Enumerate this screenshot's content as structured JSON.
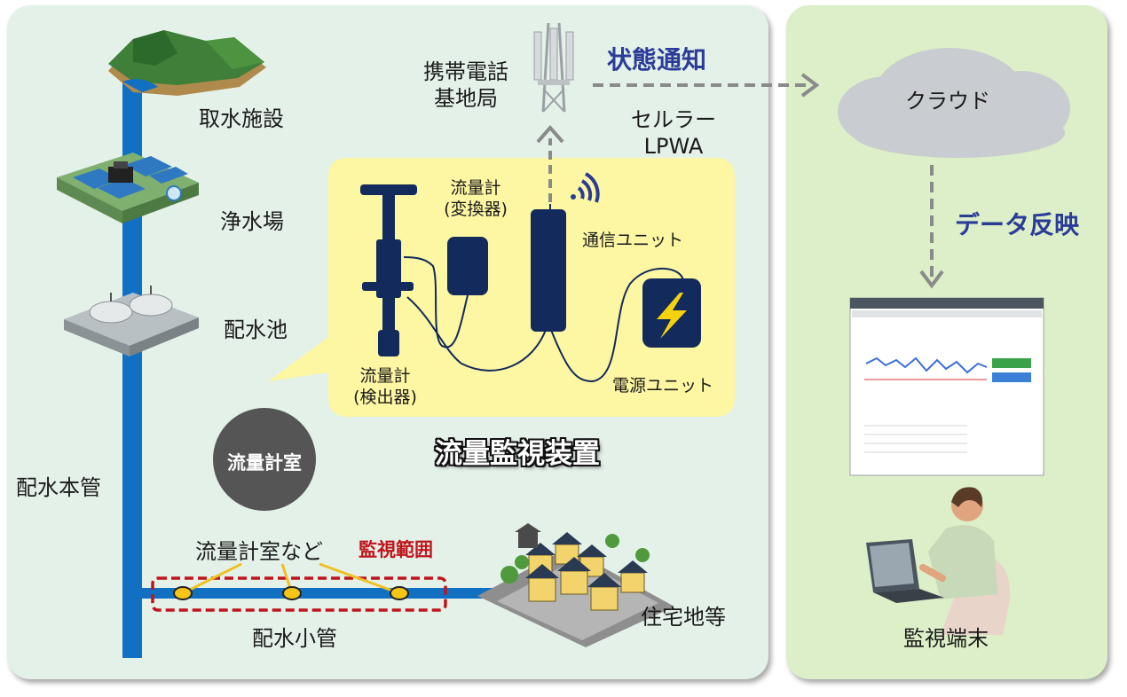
{
  "labels": {
    "intake": "取水施設",
    "purification": "浄水場",
    "reservoir": "配水池",
    "main_pipe": "配水本管",
    "meter_room": "流量計室",
    "meter_rooms_etc": "流量計室など",
    "monitor_range": "監視範囲",
    "small_pipe": "配水小管",
    "residential": "住宅地等",
    "base_station_line1": "携帯電話",
    "base_station_line2": "基地局",
    "status_notify": "状態通知",
    "cellular_line1": "セルラー",
    "cellular_line2": "LPWA",
    "cloud": "クラウド",
    "data_reflect": "データ反映",
    "terminal": "監視端末",
    "device_title": "流量監視装置",
    "converter_line1": "流量計",
    "converter_line2": "(変換器)",
    "comm_unit": "通信ユニット",
    "detector_line1": "流量計",
    "detector_line2": "(検出器)",
    "power_unit": "電源ユニット"
  },
  "colors": {
    "left_panel": "#e4f1e9",
    "right_panel": "#dcefc8",
    "pipe": "#1170c2",
    "device_bubble": "#fdf6a3",
    "device_navy": "#122a5c",
    "accent_blue": "#2b3c98",
    "monitor_red": "#c0141c",
    "meter_room": "#555555",
    "cloud": "#c9ccd0",
    "arrow": "#8a8a8a"
  },
  "icons": [
    "mountain-icon",
    "purification-plant-icon",
    "reservoir-icon",
    "antenna-tower-icon",
    "wifi-signal-icon",
    "lightning-icon",
    "house-cluster-icon",
    "cloud-icon",
    "monitor-screen-icon",
    "operator-person-icon"
  ]
}
